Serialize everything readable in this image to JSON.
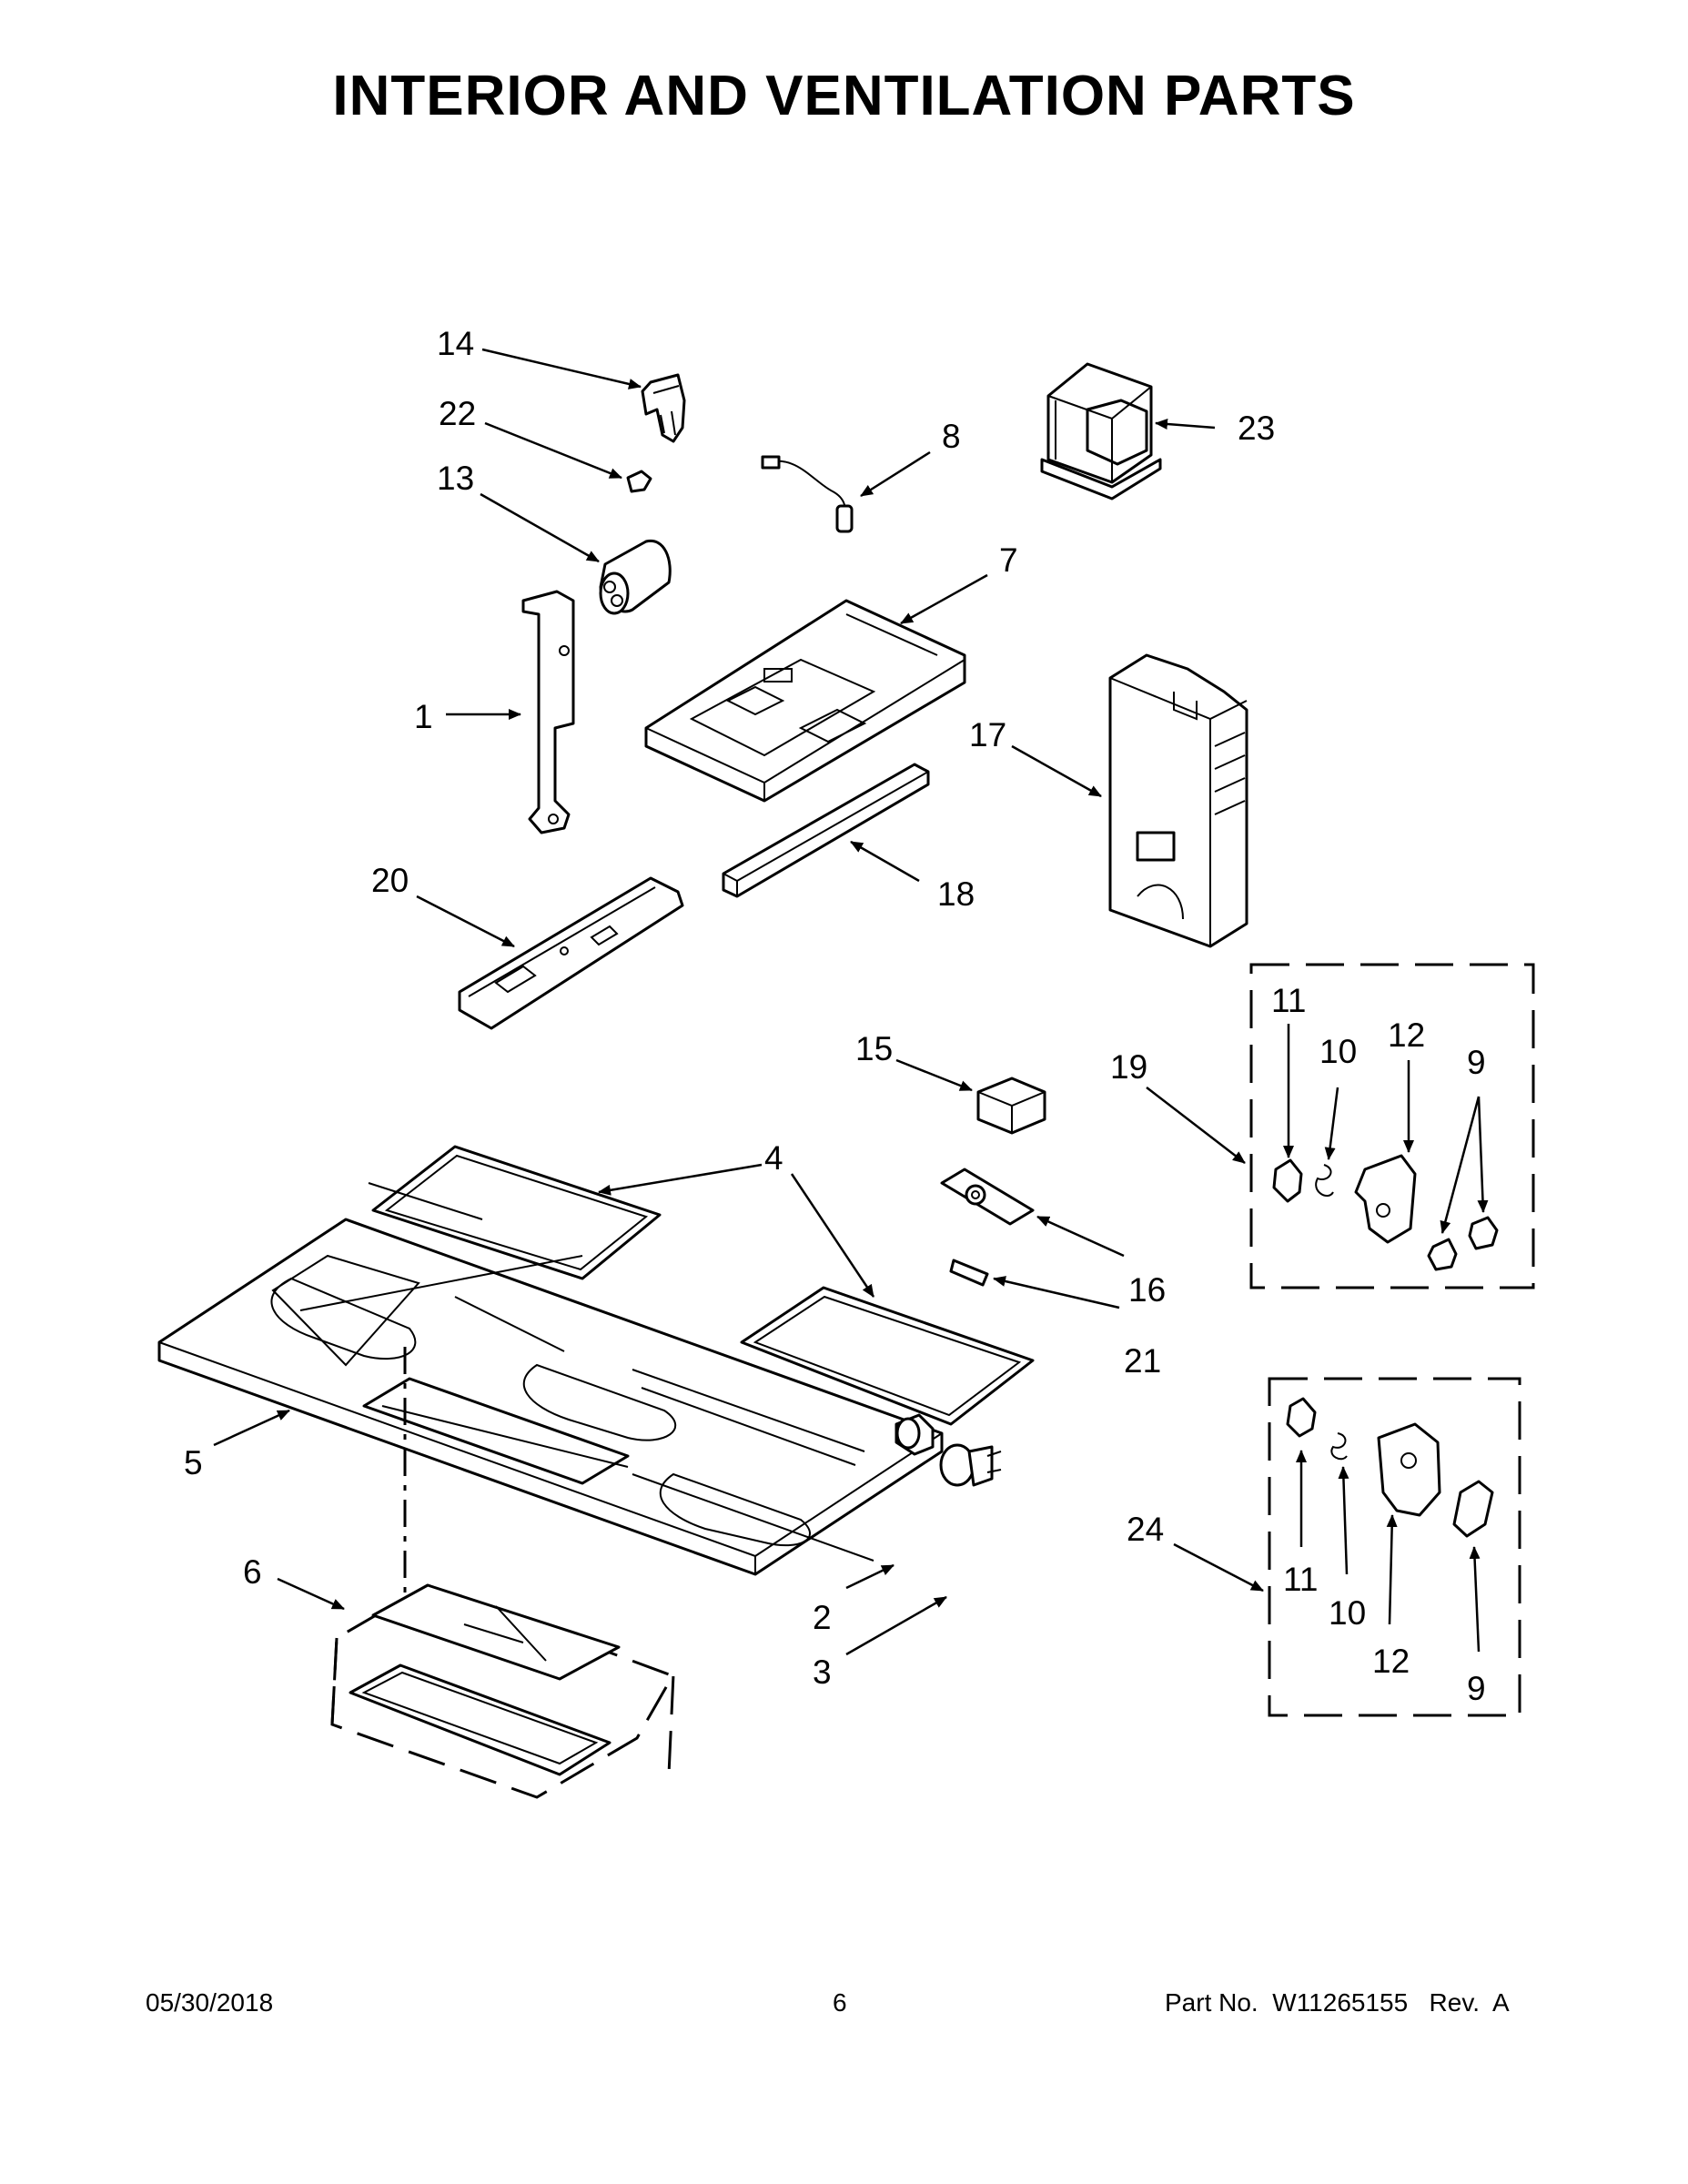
{
  "title": "INTERIOR AND VENTILATION PARTS",
  "callouts": {
    "c1": "1",
    "c2": "2",
    "c3": "3",
    "c4": "4",
    "c5": "5",
    "c6": "6",
    "c7": "7",
    "c8": "8",
    "c13": "13",
    "c14": "14",
    "c15": "15",
    "c16": "16",
    "c17": "17",
    "c18": "18",
    "c19": "19",
    "c20": "20",
    "c21": "21",
    "c22": "22",
    "c23": "23",
    "c24": "24",
    "g19_11": "11",
    "g19_10": "10",
    "g19_12": "12",
    "g19_9": "9",
    "g24_11": "11",
    "g24_10": "10",
    "g24_12": "12",
    "g24_9": "9"
  },
  "footer": {
    "date": "05/30/2018",
    "page": "6",
    "part_no": "Part No.  W11265155   Rev.  A"
  }
}
